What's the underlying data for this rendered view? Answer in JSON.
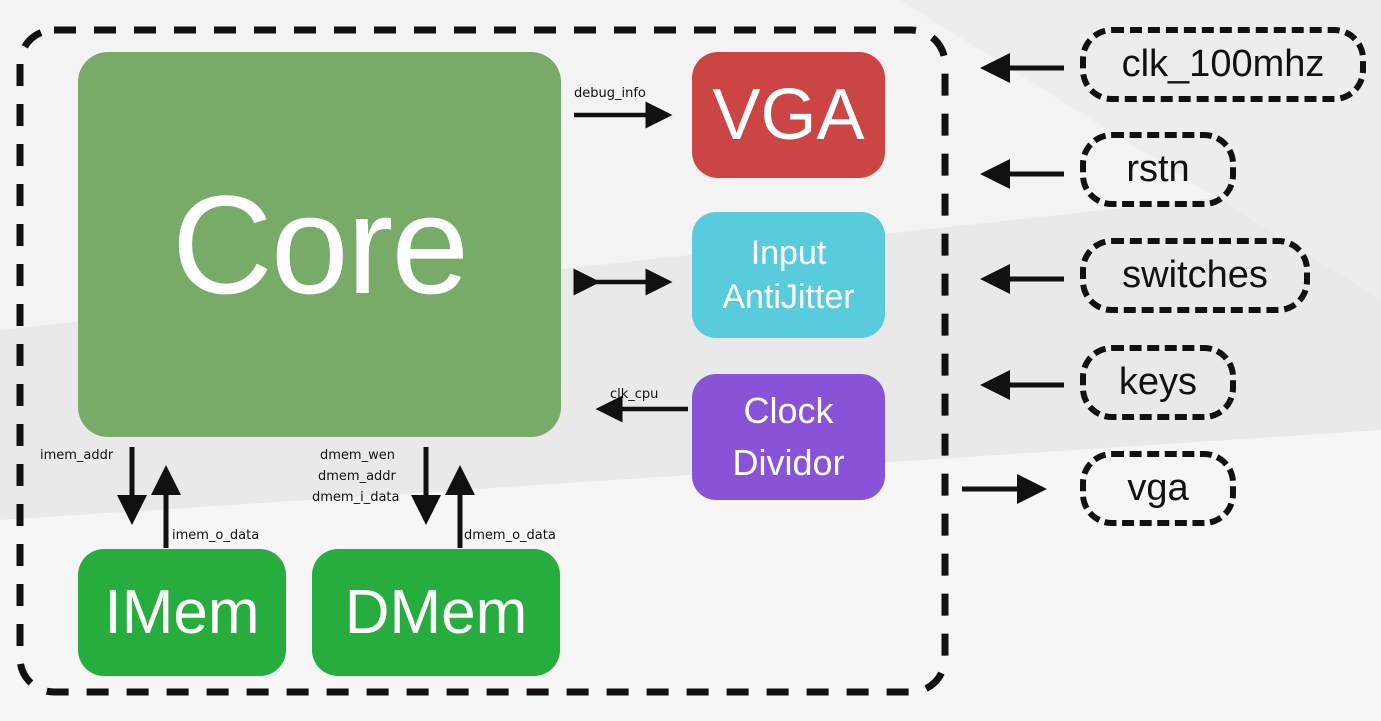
{
  "diagram": {
    "blocks": {
      "core": "Core",
      "vga": "VGA",
      "input_line1": "Input",
      "input_line2": "AntiJitter",
      "clock_line1": "Clock",
      "clock_line2": "Dividor",
      "imem": "IMem",
      "dmem": "DMem"
    },
    "signals": {
      "debug_info": "debug_info",
      "clk_cpu": "clk_cpu",
      "imem_addr": "imem_addr",
      "imem_o_data": "imem_o_data",
      "dmem_wen": "dmem_wen",
      "dmem_addr": "dmem_addr",
      "dmem_i_data": "dmem_i_data",
      "dmem_o_data": "dmem_o_data"
    },
    "ports": {
      "clk": "clk_100mhz",
      "rstn": "rstn",
      "switches": "switches",
      "keys": "keys",
      "vga": "vga"
    },
    "colors": {
      "core": "#78ab68",
      "vga": "#cc4545",
      "input": "#58cbdd",
      "clock": "#8953d8",
      "mem": "#27ad3e",
      "stroke": "#111111"
    }
  }
}
